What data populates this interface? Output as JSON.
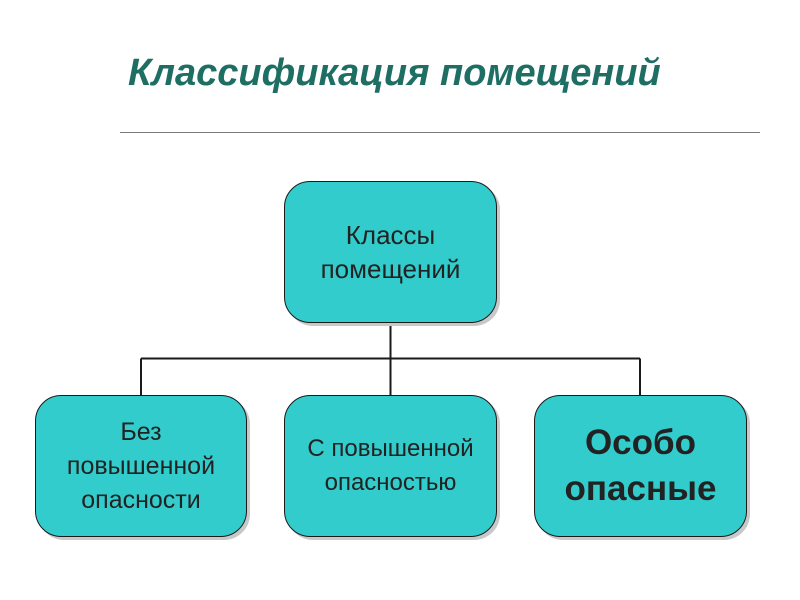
{
  "title": "Классификация помещений",
  "colors": {
    "title": "#1e6e64",
    "box_fill": "#33cccc",
    "box_border": "#1a1a1a",
    "connector": "#1a1a1a"
  },
  "diagram": {
    "root": {
      "lines": [
        "Классы",
        "помещений"
      ]
    },
    "children": [
      {
        "lines": [
          "Без",
          "повышенной",
          "опасности"
        ]
      },
      {
        "lines": [
          "С повышенной",
          "опасностью"
        ]
      },
      {
        "lines": [
          "Особо",
          "опасные"
        ]
      }
    ]
  }
}
